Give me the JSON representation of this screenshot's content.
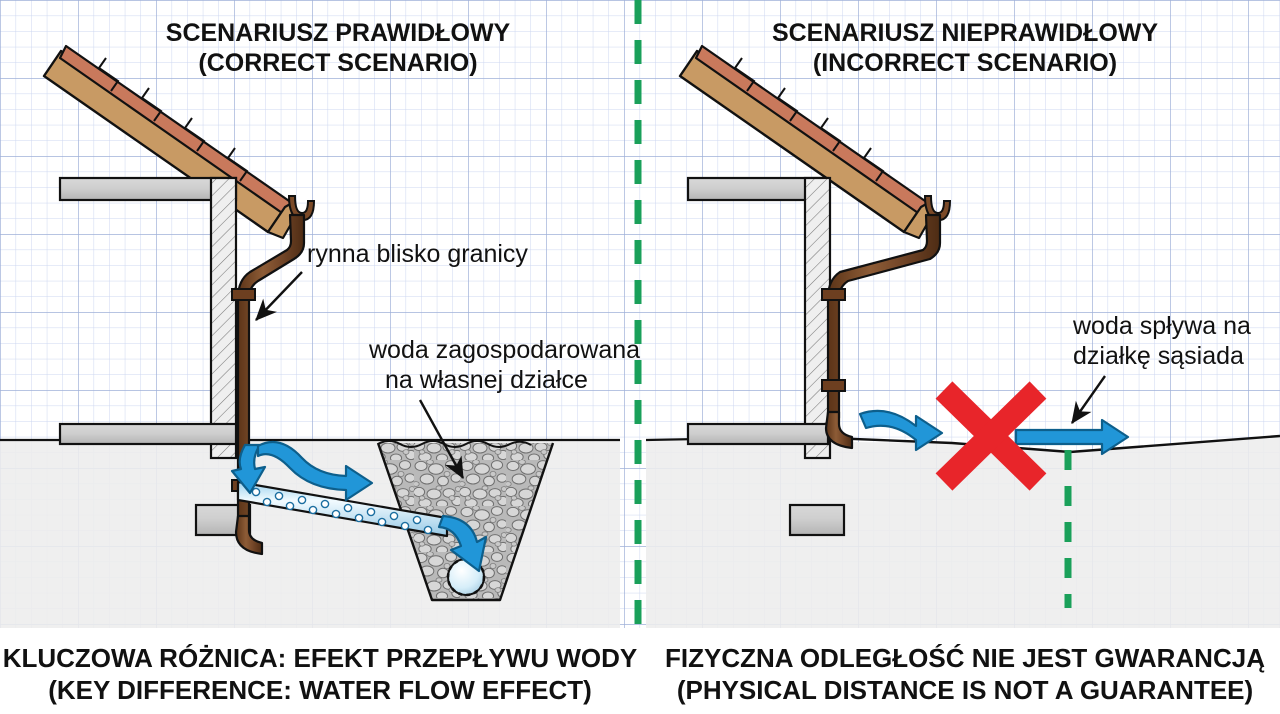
{
  "figure": {
    "type": "technical-cross-section-diagram",
    "topic": "Rainwater drainage at a property boundary",
    "background": "graph-paper",
    "divider": "green-dashed-vertical-line"
  },
  "colors": {
    "grid_minor": "#c9d3ec",
    "grid_major": "#9aa8cf",
    "paper": "#ffffff",
    "roof_tan": "#c89a64",
    "roof_tile": "#c9795c",
    "downspout_brown": "#7b4a28",
    "slab_gray": "#c6c6c6",
    "soil_gray": "#eceaea",
    "gravel_gray": "#9e9e9e",
    "water_blue": "#1f93d2",
    "pipe_blue": "#d9edf8",
    "boundary_green": "#1aa05a",
    "error_red": "#e8252a",
    "ink": "#111111"
  },
  "panels": [
    {
      "id": "left",
      "title_pl": "SCENARIUSZ PRAWIDŁOWY",
      "title_en": "(CORRECT SCENARIO)",
      "caption_pl": "KLUCZOWA RÓŻNICA: EFEKT PRZEPŁYWU WODY",
      "caption_en": "(KEY DIFFERENCE: WATER FLOW EFFECT)",
      "annotations": [
        {
          "id": "gutter-near-boundary",
          "lines": [
            "rynna blisko granicy"
          ],
          "arrow": "down-left"
        },
        {
          "id": "water-managed-on-own-plot",
          "lines": [
            "woda zagospodarowana",
            "na własnej działce"
          ],
          "arrow": "down-right"
        }
      ],
      "elements": [
        "pitched-roof-with-tiles",
        "ceiling-slab",
        "hatched-wall",
        "foundation-footing",
        "rain-gutter-hook",
        "downspout-with-collars",
        "perforated-drain-pipe",
        "gravel-filled-soakaway-trench",
        "drain-pipe-cross-section",
        "blue-water-flow-arrows"
      ]
    },
    {
      "id": "right",
      "title_pl": "SCENARIUSZ NIEPRAWIDŁOWY",
      "title_en": "(INCORRECT SCENARIO)",
      "caption_pl": "FIZYCZNA ODLEGŁOŚĆ NIE JEST GWARANCJĄ",
      "caption_en": "(PHYSICAL DISTANCE IS NOT A GUARANTEE)",
      "annotations": [
        {
          "id": "water-runs-onto-neighbour-plot",
          "lines": [
            "woda spływa na",
            "działkę sąsiada"
          ],
          "arrow": "down-left"
        }
      ],
      "elements": [
        "pitched-roof-with-tiles",
        "ceiling-slab",
        "hatched-wall",
        "foundation-footing",
        "rain-gutter-hook",
        "short-downspout",
        "sloping-ground-surface",
        "property-boundary-dashed-line",
        "red-cross-prohibition-mark",
        "blue-water-flow-arrows"
      ]
    }
  ]
}
